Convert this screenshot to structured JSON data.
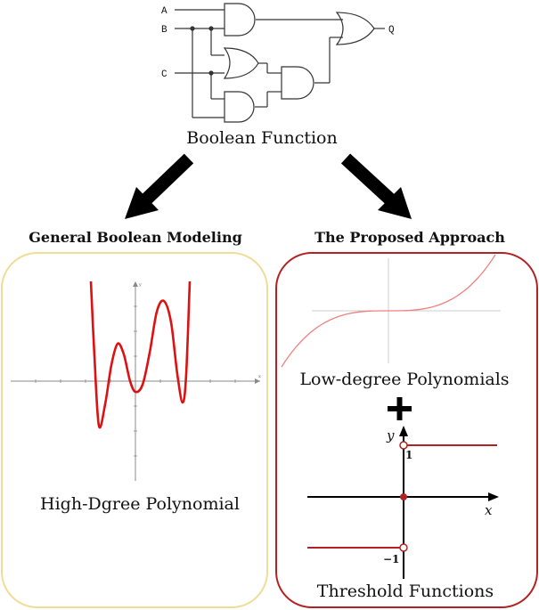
{
  "circuit": {
    "inputs": [
      "A",
      "B",
      "C"
    ],
    "output": "Q",
    "caption": "Boolean Function"
  },
  "left_panel": {
    "heading": "General Boolean Modeling",
    "caption": "High-Dgree Polynomial",
    "border_color": "#f0dc96"
  },
  "right_panel": {
    "heading": "The Proposed Approach",
    "caption_top": "Low-degree Polynomials",
    "plus": "+",
    "caption_bottom": "Threshold Functions",
    "border_color": "#b22222",
    "threshold_plot": {
      "x_label": "x",
      "y_label": "y",
      "tick_pos": "1",
      "tick_neg": "−1"
    }
  },
  "colors": {
    "curve_red": "#dd1111",
    "light_red": "#f08080",
    "dark_red": "#b22222",
    "arrow": "#000000"
  }
}
